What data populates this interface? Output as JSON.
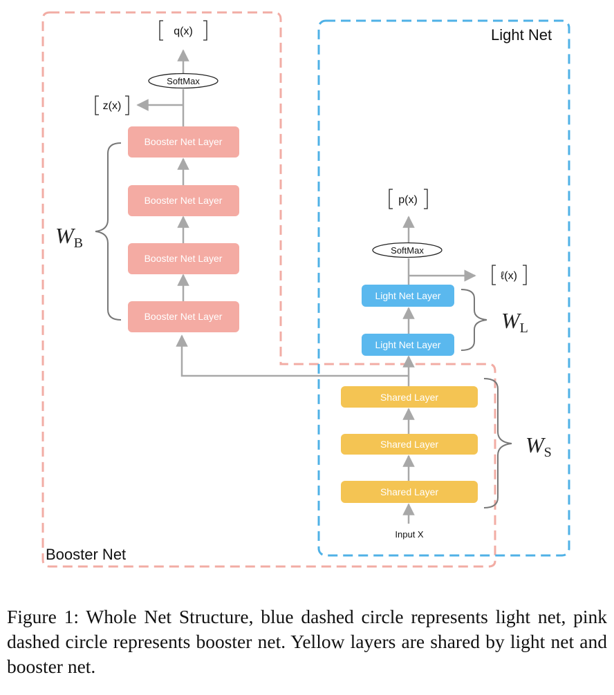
{
  "regions": {
    "booster_net": "Booster Net",
    "light_net": "Light Net"
  },
  "colors": {
    "booster_dash": "#f2aca4",
    "light_dash": "#4fb1e6",
    "booster_layer": "#f4aba3",
    "light_layer": "#5ab8ee",
    "shared_layer": "#f4c453",
    "arrow": "#a8a8a8"
  },
  "booster": {
    "output": "q(x)",
    "softmax": "SoftMax",
    "logit": "z(x)",
    "layers": [
      "Booster Net Layer",
      "Booster Net Layer",
      "Booster Net Layer",
      "Booster Net Layer"
    ],
    "weight_symbol": "W",
    "weight_sub": "B"
  },
  "light": {
    "output": "p(x)",
    "softmax": "SoftMax",
    "logit": "ℓ(x)",
    "layers": [
      "Light Net Layer",
      "Light Net Layer"
    ],
    "weight_symbol": "W",
    "weight_sub": "L"
  },
  "shared": {
    "layers": [
      "Shared Layer",
      "Shared Layer",
      "Shared Layer"
    ],
    "weight_symbol": "W",
    "weight_sub": "S",
    "input": "Input X"
  },
  "caption": "Figure 1: Whole Net Structure, blue dashed circle represents light net, pink dashed circle represents booster net. Yellow layers are shared by light net and booster net."
}
